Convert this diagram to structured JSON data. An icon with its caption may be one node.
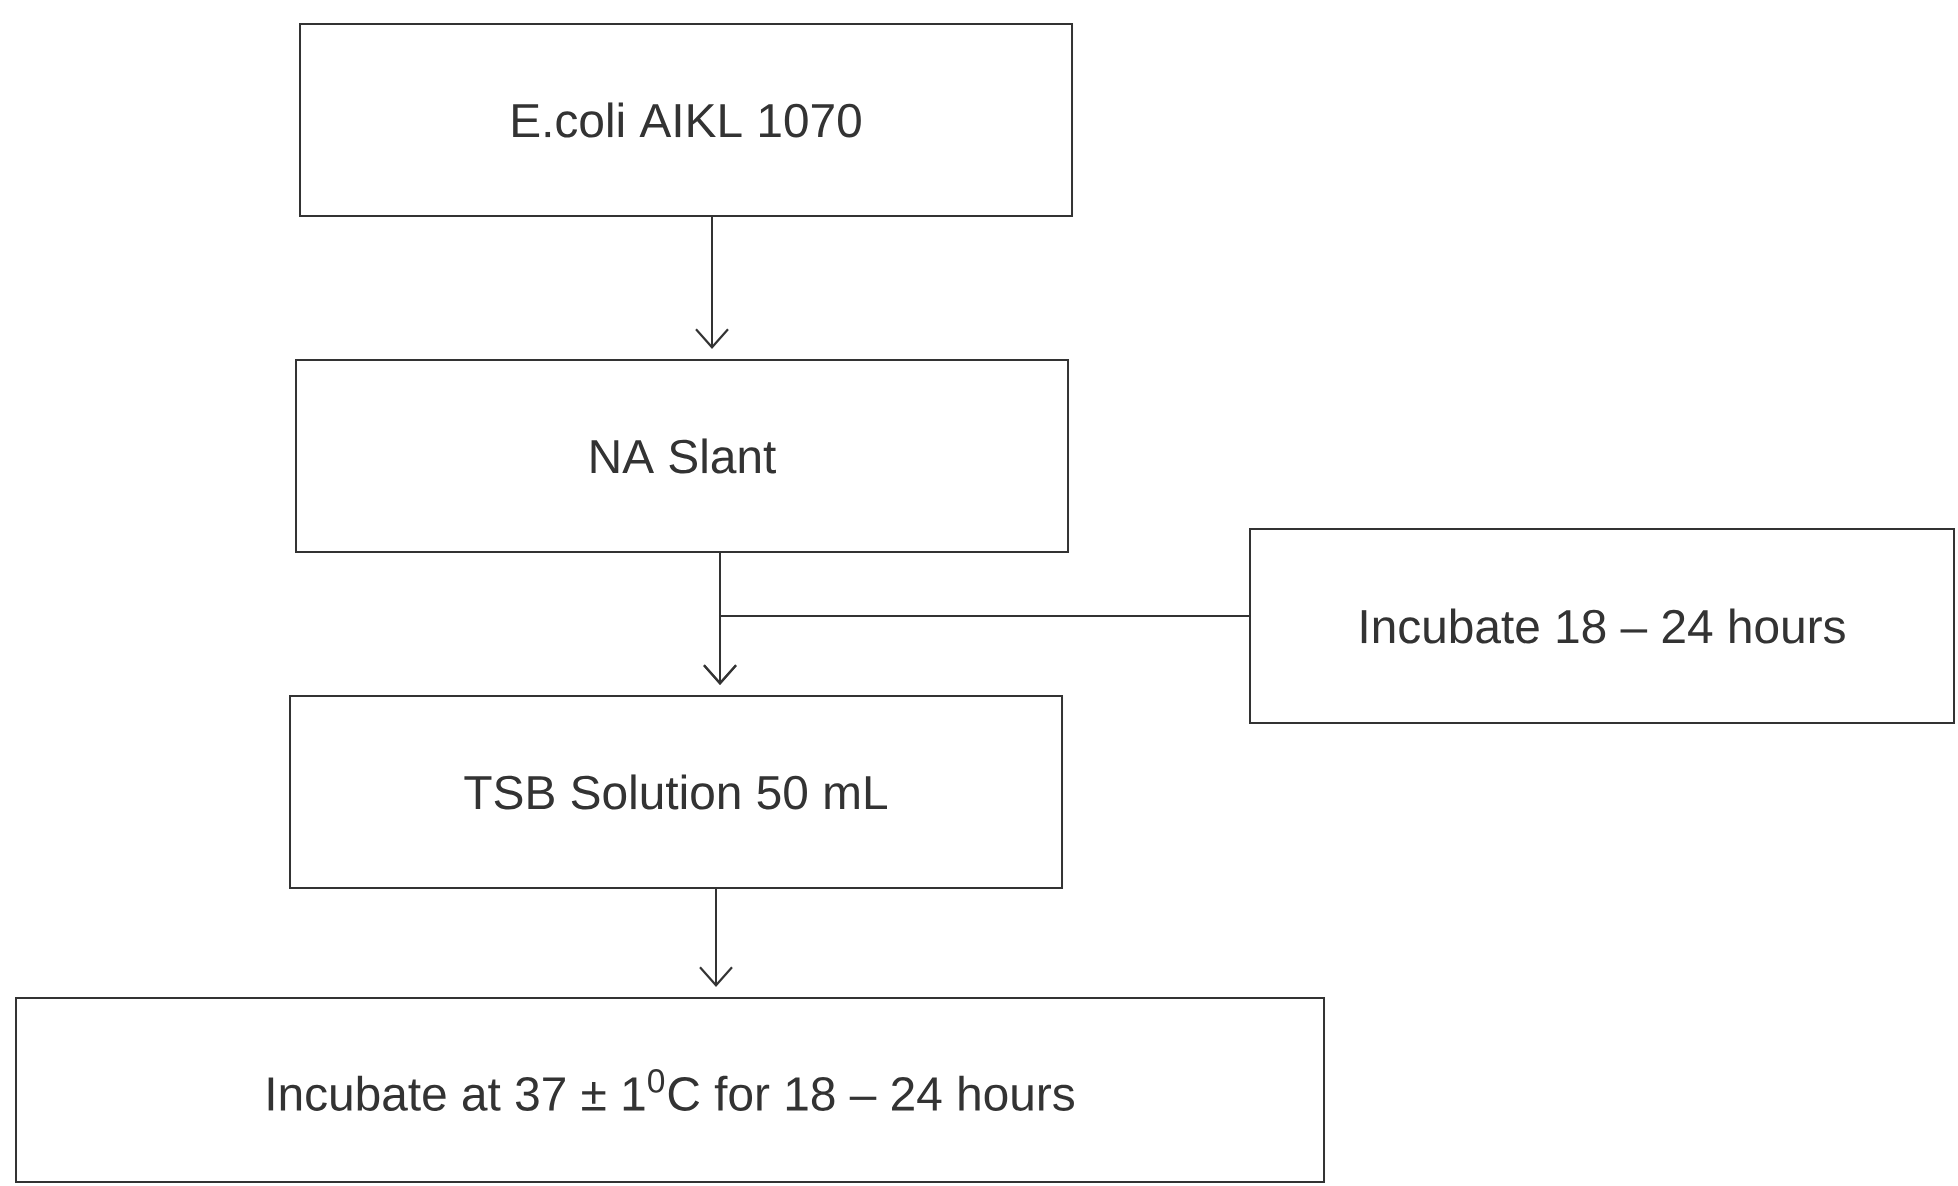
{
  "diagram": {
    "nodes": [
      {
        "text": [
          "E.coli AIKL 1070"
        ]
      },
      {
        "text": [
          "NA Slant"
        ]
      },
      {
        "text": [
          "Incubate 18 – 24 hours"
        ]
      },
      {
        "text": [
          "TSB Solution 50 mL"
        ]
      },
      {
        "text": [
          "Incubate at 37 ± 1$^{0}$C for 18 – 24 hours"
        ]
      }
    ],
    "edges": [
      {
        "from": 0,
        "to": 1,
        "arrow": "to"
      },
      {
        "from": 1,
        "to": 3,
        "arrow": "to"
      },
      {
        "from": 2,
        "to": 3,
        "arrow": "to"
      },
      {
        "from": 3,
        "to": 4,
        "arrow": "to"
      }
    ]
  }
}
